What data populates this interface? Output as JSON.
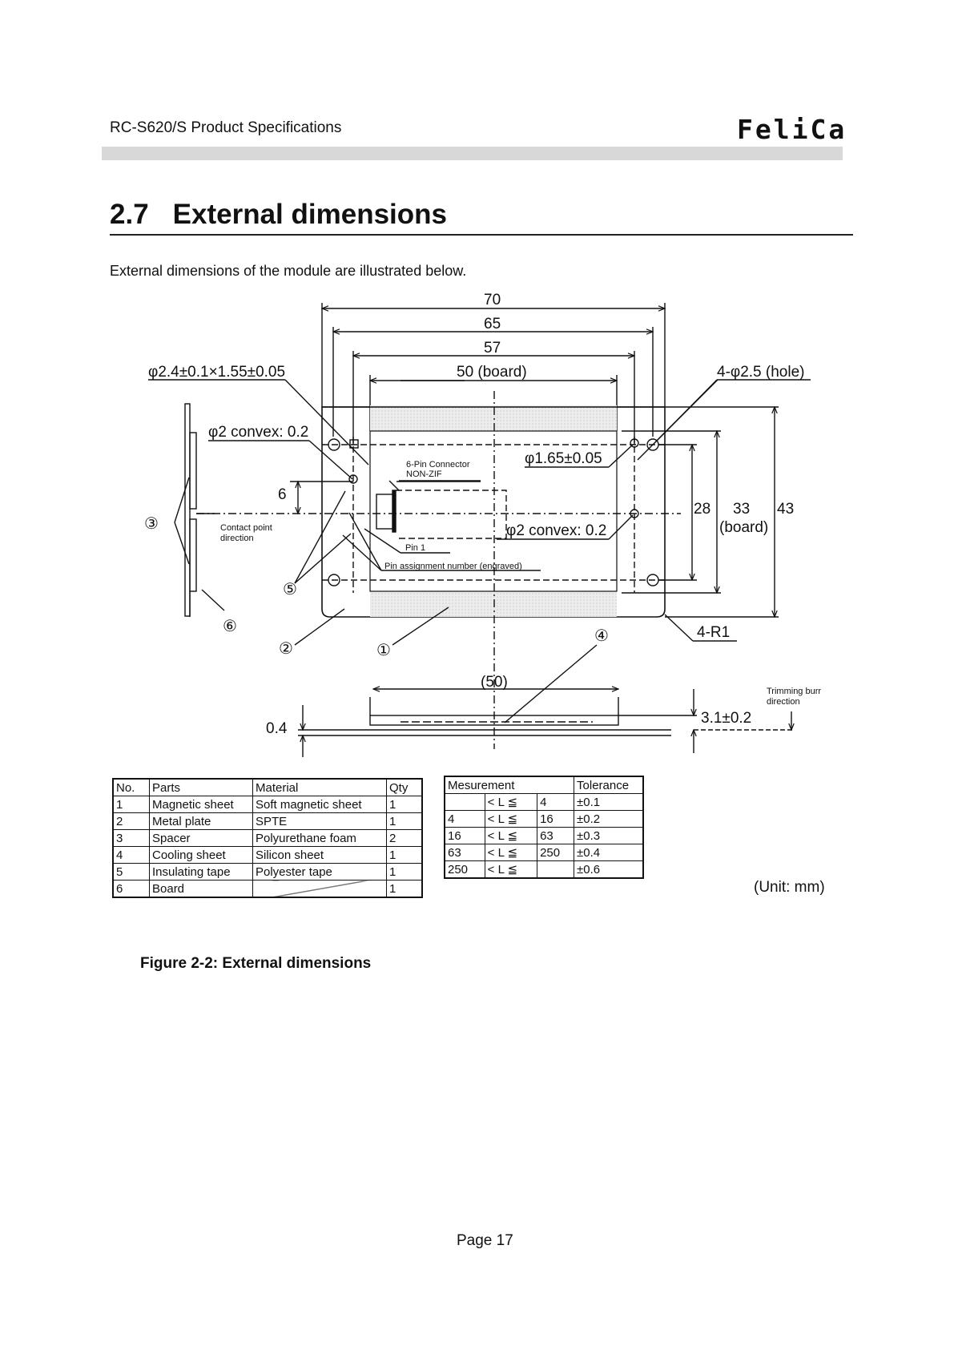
{
  "header": {
    "doc_title": "RC-S620/S Product Specifications",
    "brand": "FeliCa"
  },
  "section": {
    "number": "2.7",
    "title": "External dimensions"
  },
  "intro": "External dimensions of the module are illustrated below.",
  "drawing": {
    "dim_70": "70",
    "dim_65": "65",
    "dim_57": "57",
    "dim_50": "50 (board)",
    "phi_24": "φ2.4±0.1×1.55±0.05",
    "hole": "4-φ2.5 (hole)",
    "convex_top": "φ2 convex: 0.2",
    "connector": "6-Pin Connector",
    "nonzif": "NON-ZIF",
    "phi_165": "φ1.65±0.05",
    "dim_6": "6",
    "contact": "Contact point",
    "direction": "direction",
    "convex_mid": "φ2 convex: 0.2",
    "pin1": "Pin 1",
    "pin_assign": "Pin assignment number (engraved)",
    "dim_28": "28",
    "dim_33": "33",
    "board": "(board)",
    "dim_43": "43",
    "r1": "4-R1",
    "c1": "①",
    "c2": "②",
    "c3": "③",
    "c4": "④",
    "c5": "⑤",
    "c6": "⑥",
    "dim_50b": "(50)",
    "dim_04": "0.4",
    "dim_31": "3.1±0.2",
    "trim1": "Trimming burr",
    "trim2": "direction"
  },
  "parts_table": {
    "headers": [
      "No.",
      "Parts",
      "Material",
      "Qty"
    ],
    "rows": [
      [
        "1",
        "Magnetic sheet",
        "Soft magnetic sheet",
        "1"
      ],
      [
        "2",
        "Metal plate",
        "SPTE",
        "1"
      ],
      [
        "3",
        "Spacer",
        "Polyurethane foam",
        "2"
      ],
      [
        "4",
        "Cooling sheet",
        "Silicon sheet",
        "1"
      ],
      [
        "5",
        "Insulating tape",
        "Polyester tape",
        "1"
      ],
      [
        "6",
        "Board",
        "",
        "1"
      ]
    ]
  },
  "tolerance_table": {
    "header_meas": "Mesurement",
    "header_tol": "Tolerance",
    "rows": [
      [
        "",
        "< L ≦",
        "4",
        "±0.1"
      ],
      [
        "4",
        "< L ≦",
        "16",
        "±0.2"
      ],
      [
        "16",
        "< L ≦",
        "63",
        "±0.3"
      ],
      [
        "63",
        "< L ≦",
        "250",
        "±0.4"
      ],
      [
        "250",
        "< L ≦",
        "",
        "±0.6"
      ]
    ]
  },
  "unit": "(Unit: mm)",
  "caption": "Figure 2-2: External dimensions",
  "page": "Page 17"
}
